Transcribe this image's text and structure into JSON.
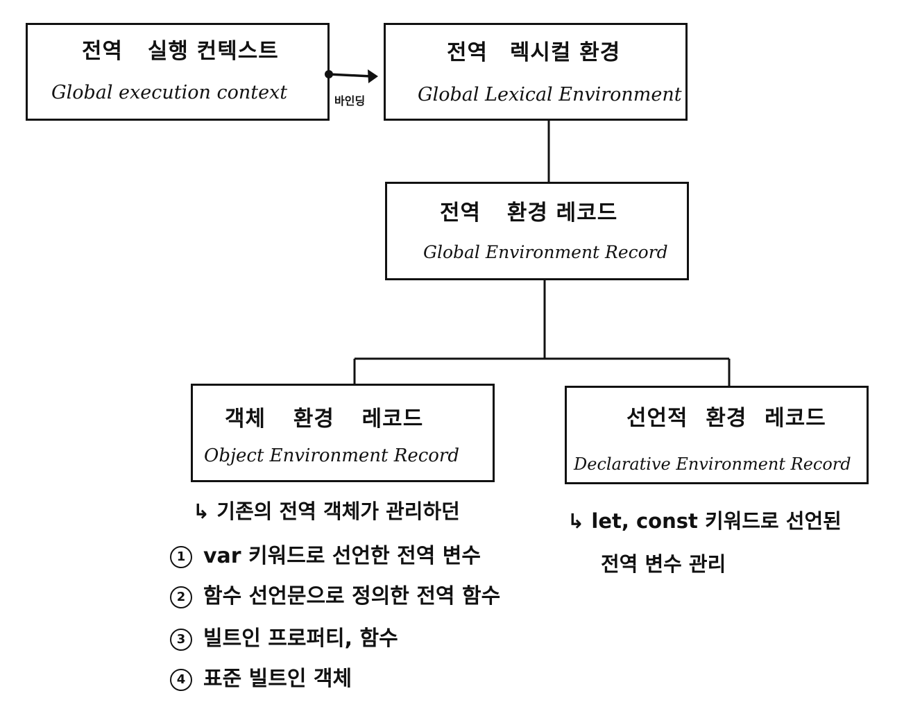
{
  "boxes": {
    "gec": {
      "hl": "전역",
      "ko_rest": "실행 컨텍스트",
      "en": "Global execution context"
    },
    "gle": {
      "hl": "전역",
      "ko_rest": "렉시컬 환경",
      "en": "Global Lexical Environment"
    },
    "ger": {
      "hl": "전역",
      "ko_rest": "환경 레코드",
      "en": "Global Environment Record"
    },
    "oer": {
      "ko": "객체 환경 레코드",
      "en": "Object Environment Record"
    },
    "der": {
      "ko": "선언적 환경 레코드",
      "en": "Declarative Environment Record"
    }
  },
  "arrow_label": "바인딩",
  "notes": {
    "object": {
      "intro": "↳ 기존의 전역 객체가 관리하던",
      "items": [
        {
          "num": "1",
          "text": "var 키워드로 선언한 전역 변수"
        },
        {
          "num": "2",
          "text": "함수 선언문으로 정의한 전역 함수"
        },
        {
          "num": "3",
          "text": "빌트인 프로퍼티, 함수"
        },
        {
          "num": "4",
          "text": "표준 빌트인 객체"
        }
      ]
    },
    "declarative": {
      "line1": "↳ let, const 키워드로 선언된",
      "line2": "전역 변수 관리"
    }
  },
  "colors": {
    "line": "#111111",
    "highlight": "#f6c9c9"
  }
}
